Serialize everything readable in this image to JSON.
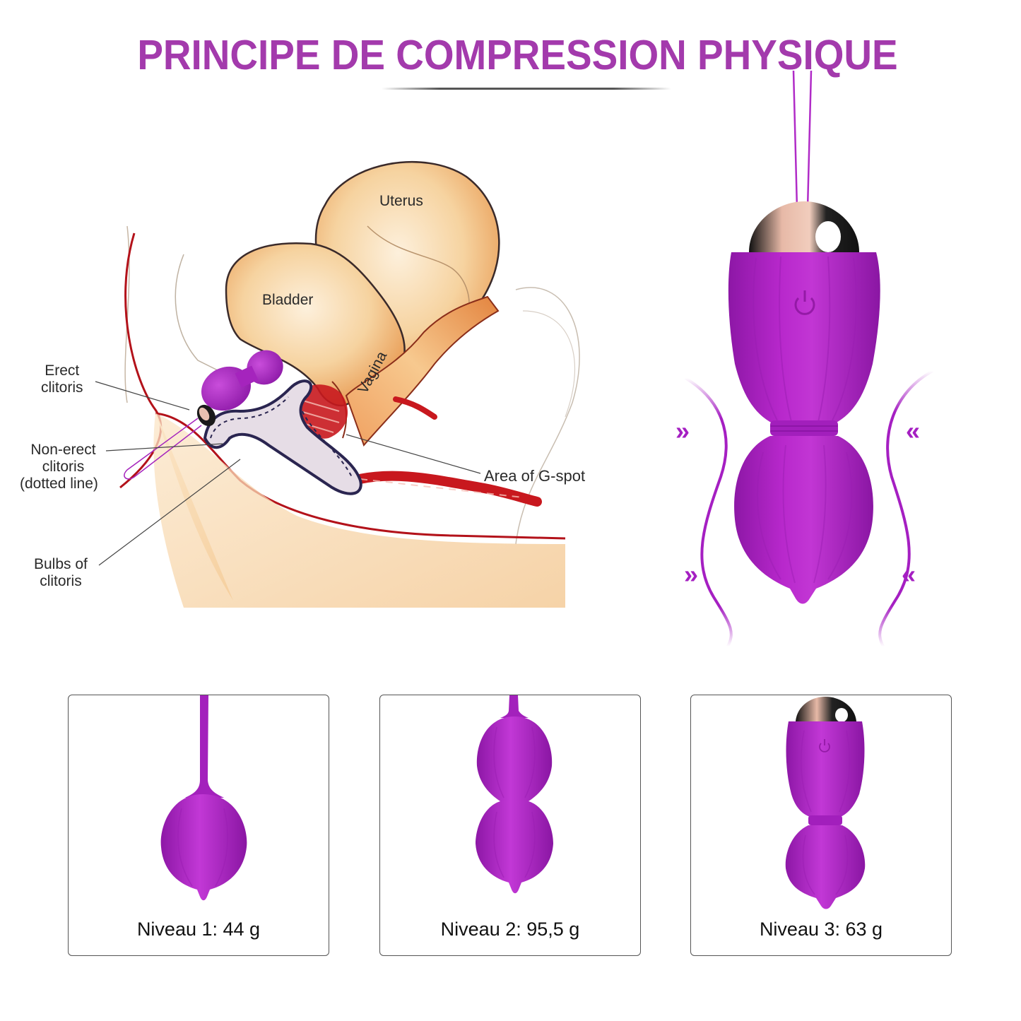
{
  "header": {
    "title": "PRINCIPE DE COMPRESSION PHYSIQUE",
    "title_color": "#a33aac"
  },
  "diagram": {
    "labels": {
      "uterus": "Uterus",
      "bladder": "Bladder",
      "vagina": "Vagina",
      "erect_clitoris_line1": "Erect",
      "erect_clitoris_line2": "clitoris",
      "non_erect_line1": "Non-erect",
      "non_erect_line2": "clitoris",
      "non_erect_line3": "(dotted line)",
      "bulbs_line1": "Bulbs of",
      "bulbs_line2": "clitoris",
      "g_spot": "Area of G-spot"
    },
    "colors": {
      "organ_fill": "#f6d3a0",
      "organ_shade": "#e8924a",
      "vessel_red": "#c8181e",
      "outline": "#3a2a2a"
    }
  },
  "hero_product": {
    "power_icon": "power-icon",
    "left_arrows": "»",
    "right_arrows": "«",
    "color": "#a51fc2",
    "highlight": "#c93ad8"
  },
  "levels": [
    {
      "label": "Niveau 1: 44 g",
      "variant": "single-ball"
    },
    {
      "label": "Niveau 2: 95,5 g",
      "variant": "double-ball"
    },
    {
      "label": "Niveau 3: 63 g",
      "variant": "vibrating-double-ball"
    }
  ]
}
